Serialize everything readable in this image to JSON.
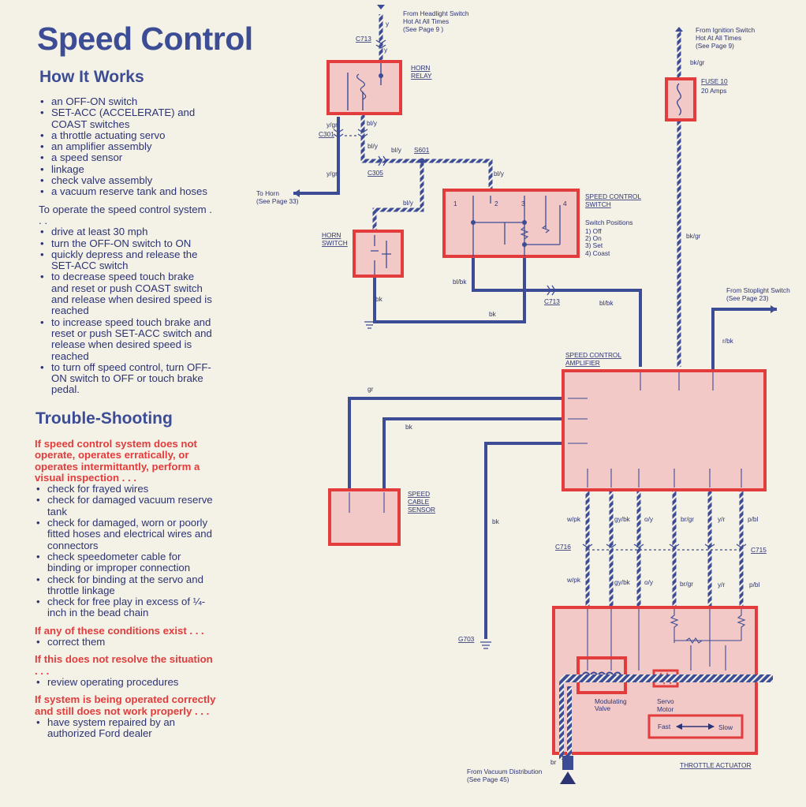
{
  "title": "Speed Control",
  "how": {
    "heading": "How It Works",
    "items": [
      "an OFF-ON switch",
      "SET-ACC (ACCELERATE) and COAST switches",
      "a throttle actuating servo",
      "an amplifier assembly",
      "a speed sensor",
      "linkage",
      "check valve assembly",
      "a vacuum reserve tank and hoses"
    ],
    "operate_intro": "To operate the speed control system . . .",
    "operate_steps": [
      "drive at least 30 mph",
      "turn the OFF-ON switch to ON",
      "quickly depress and release the SET-ACC switch",
      "to decrease speed touch brake and reset or push COAST switch and release when desired speed is reached",
      "to increase speed touch brake and reset or push SET-ACC switch and release when desired speed is reached",
      "to turn off speed control, turn OFF-ON switch to OFF or touch brake pedal."
    ]
  },
  "trouble": {
    "heading": "Trouble-Shooting",
    "cond1": "If speed control system does not operate, operates erratically, or operates intermittantly, perform a visual inspection . . .",
    "checks": [
      "check for frayed wires",
      "check for damaged vacuum reserve tank",
      "check for damaged, worn or poorly fitted hoses and electrical wires and connectors",
      "check speedometer cable for binding or improper connection",
      "check for binding at the servo and throttle linkage",
      "check for free play in excess of ¼-inch in the bead chain"
    ],
    "cond2": "If any of these conditions exist . . .",
    "act2": "correct them",
    "cond3": "If this does not resolve the situation . . .",
    "act3": "review operating procedures",
    "cond4": "If system is being operated correctly and still does not work properly . . .",
    "act4": "have system repaired by an authorized Ford dealer"
  },
  "diagram": {
    "headlight_note": [
      "From Headlight Switch",
      "Hot At All Times",
      "(See Page 9 )"
    ],
    "ignition_note": [
      "From Ignition Switch",
      "Hot At All Times",
      "(See Page 9)"
    ],
    "horn_note": [
      "To Horn",
      "(See Page 33)"
    ],
    "stoplight_note": [
      "From Stoplight Switch",
      "(See Page 23)"
    ],
    "vacuum_note": [
      "From Vacuum Distribution",
      "(See Page 45)"
    ],
    "horn_relay": [
      "HORN",
      "RELAY"
    ],
    "horn_switch": [
      "HORN",
      "SWITCH"
    ],
    "fuse": [
      "FUSE 10",
      "20 Amps"
    ],
    "speed_switch": [
      "SPEED CONTROL",
      "SWITCH"
    ],
    "switch_positions": [
      "Switch Positions",
      "1) Off",
      "2) On",
      "3) Set",
      "4) Coast"
    ],
    "switch_terminals": [
      "1",
      "2",
      "3",
      "4"
    ],
    "amplifier": [
      "SPEED CONTROL",
      "AMPLIFIER"
    ],
    "sensor": [
      "SPEED",
      "CABLE",
      "SENSOR"
    ],
    "actuator": "THROTTLE ACTUATOR",
    "mod_valve": [
      "Modulating",
      "Valve"
    ],
    "servo_motor": [
      "Servo",
      "Motor"
    ],
    "fast": "Fast",
    "slow": "Slow",
    "connectors": {
      "c713a": "C713",
      "c301": "C301",
      "c305": "C305",
      "s601": "S601",
      "c713b": "C713",
      "c716": "C716",
      "c715": "C715",
      "g703": "G703"
    },
    "wires": {
      "y": "y",
      "bkgr": "bk/gr",
      "ygr": "y/gr",
      "blyl": "bl/y",
      "bly": "bl/y",
      "bk": "bk",
      "blbk": "bl/bk",
      "rbk": "r/bk",
      "gr": "gr",
      "wpk": "w/pk",
      "gybk": "gy/bk",
      "oy": "o/y",
      "brgr": "br/gr",
      "yr": "y/r",
      "pbl": "p/bl",
      "br": "br"
    }
  },
  "colors": {
    "blue": "#3c4c95",
    "red": "#e23c3c",
    "pink": "#f3c9c7",
    "bg": "#f4f1e6"
  }
}
